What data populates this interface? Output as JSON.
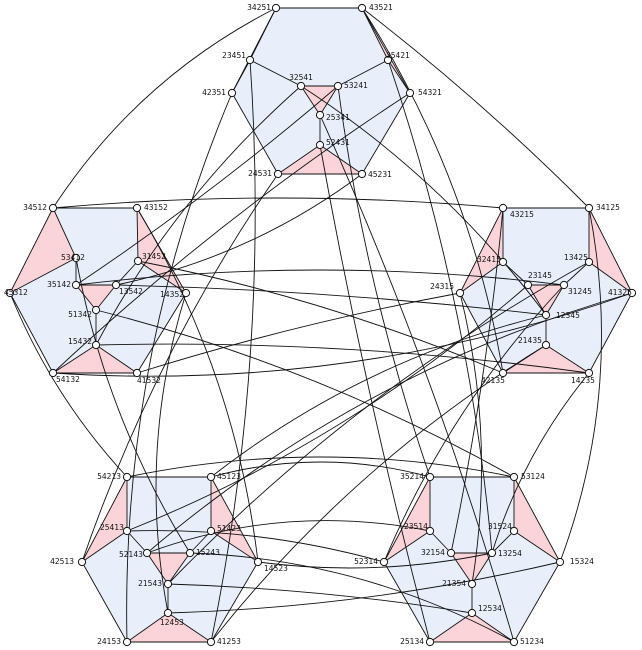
{
  "colors": {
    "blue": "#e8effb",
    "pink": "#fad4d8"
  },
  "nodes": [
    {
      "id": "34251"
    },
    {
      "id": "43521"
    },
    {
      "id": "23451"
    },
    {
      "id": "35421"
    },
    {
      "id": "42351"
    },
    {
      "id": "54321"
    },
    {
      "id": "32541"
    },
    {
      "id": "53241"
    },
    {
      "id": "25341"
    },
    {
      "id": "52431"
    },
    {
      "id": "24531"
    },
    {
      "id": "45231"
    },
    {
      "id": "34512"
    },
    {
      "id": "43152"
    },
    {
      "id": "53412"
    },
    {
      "id": "31452"
    },
    {
      "id": "45312"
    },
    {
      "id": "35142"
    },
    {
      "id": "13542"
    },
    {
      "id": "14352"
    },
    {
      "id": "51342"
    },
    {
      "id": "15432"
    },
    {
      "id": "54132"
    },
    {
      "id": "41532"
    },
    {
      "id": "43215"
    },
    {
      "id": "34125"
    },
    {
      "id": "32415"
    },
    {
      "id": "13425"
    },
    {
      "id": "23145"
    },
    {
      "id": "24315"
    },
    {
      "id": "31245"
    },
    {
      "id": "41325"
    },
    {
      "id": "12345"
    },
    {
      "id": "21435"
    },
    {
      "id": "42135"
    },
    {
      "id": "14235"
    },
    {
      "id": "54213"
    },
    {
      "id": "45123"
    },
    {
      "id": "25413"
    },
    {
      "id": "51423"
    },
    {
      "id": "52143"
    },
    {
      "id": "15243"
    },
    {
      "id": "42513"
    },
    {
      "id": "14523"
    },
    {
      "id": "21543"
    },
    {
      "id": "12453"
    },
    {
      "id": "24153"
    },
    {
      "id": "41253"
    },
    {
      "id": "35214"
    },
    {
      "id": "53124"
    },
    {
      "id": "23514"
    },
    {
      "id": "31524"
    },
    {
      "id": "32154"
    },
    {
      "id": "13254"
    },
    {
      "id": "52314"
    },
    {
      "id": "15324"
    },
    {
      "id": "21354"
    },
    {
      "id": "12534"
    },
    {
      "id": "25134"
    },
    {
      "id": "51234"
    }
  ]
}
